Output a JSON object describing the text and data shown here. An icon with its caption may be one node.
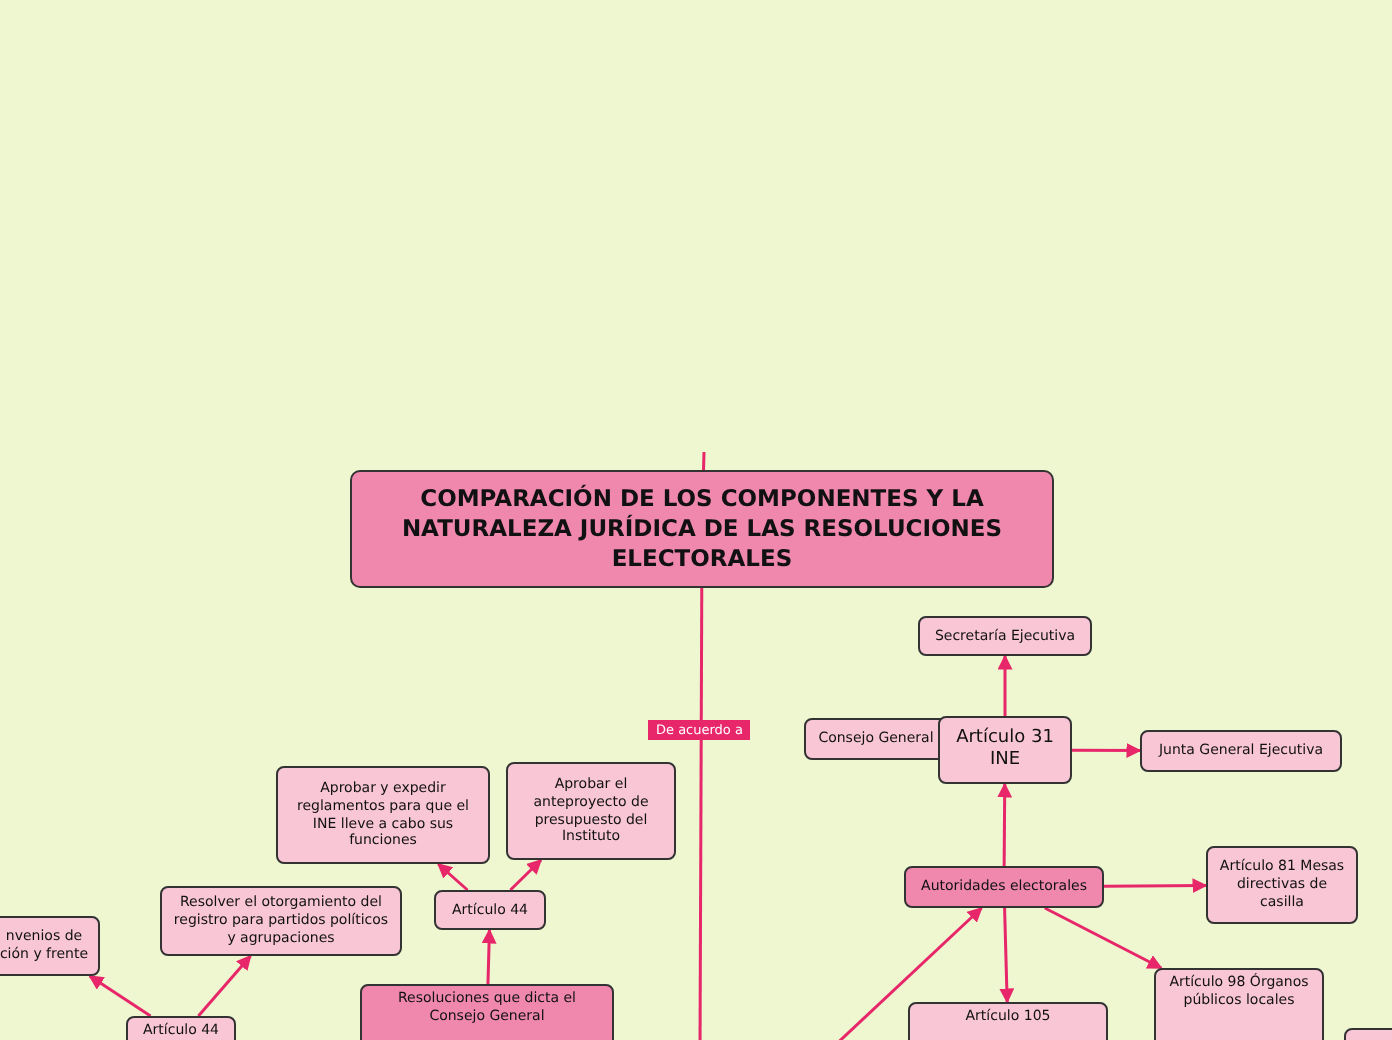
{
  "diagram": {
    "nodes": [
      {
        "text": [
          "COMPARACIÓN DE LOS COMPONENTES Y LA NATURALEZA JURÍDICA DE LAS RESOLUCIONES ELECTORALES"
        ]
      },
      {
        "text": [
          "Secretaría Ejecutiva"
        ]
      },
      {
        "text": [
          "Consejo General"
        ]
      },
      {
        "text": [
          "Artículo 31 INE"
        ]
      },
      {
        "text": [
          "Junta General Ejecutiva"
        ]
      },
      {
        "text": [
          "Autoridades electorales"
        ]
      },
      {
        "text": [
          "Artículo 81 Mesas directivas de casilla"
        ]
      },
      {
        "text": [
          "Artículo 105"
        ]
      },
      {
        "text": [
          "Artículo 98 Órganos públicos locales"
        ]
      },
      {
        "text": [],
        "shape": "box"
      },
      {
        "text": [
          "Aprobar y expedir reglamentos para que el INE lleve a cabo sus funciones"
        ]
      },
      {
        "text": [
          "Aprobar el anteproyecto de presupuesto del Instituto"
        ]
      },
      {
        "text": [
          "Artículo 44"
        ]
      },
      {
        "text": [
          "Resolver el otorgamiento del registro para partidos políticos y agrupaciones"
        ]
      },
      {
        "text": [
          "nvenios de ción y frente"
        ]
      },
      {
        "text": [
          "Artículo 44"
        ]
      },
      {
        "text": [
          "Resoluciones que dicta el Consejo General"
        ]
      }
    ],
    "edges": [
      {
        "from": null,
        "to": 0,
        "arrow": "none"
      },
      {
        "from": 0,
        "to": null,
        "arrow": "none",
        "label": "De acuerdo a"
      },
      {
        "from": 3,
        "to": 1,
        "arrow": "to"
      },
      {
        "from": 3,
        "to": 4,
        "arrow": "to"
      },
      {
        "from": 5,
        "to": 3,
        "arrow": "to"
      },
      {
        "from": 5,
        "to": 6,
        "arrow": "to"
      },
      {
        "from": 5,
        "to": 7,
        "arrow": "to"
      },
      {
        "from": 5,
        "to": 8,
        "arrow": "to"
      },
      {
        "from": null,
        "to": 5,
        "arrow": "to"
      },
      {
        "from": 12,
        "to": 10,
        "arrow": "to"
      },
      {
        "from": 12,
        "to": 11,
        "arrow": "to"
      },
      {
        "from": 16,
        "to": 12,
        "arrow": "to"
      },
      {
        "from": 15,
        "to": 13,
        "arrow": "to"
      },
      {
        "from": 15,
        "to": 14,
        "arrow": "to"
      }
    ]
  }
}
